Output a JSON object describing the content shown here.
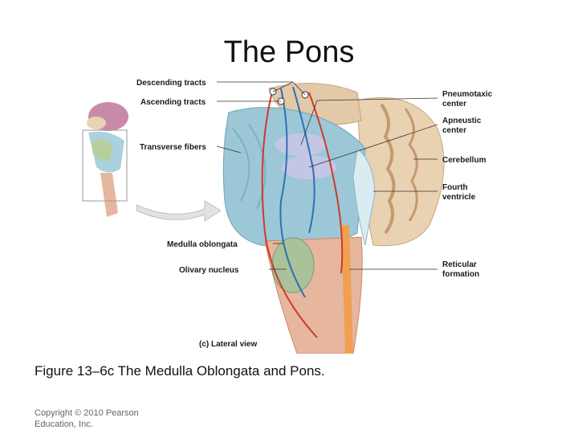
{
  "slide": {
    "title": "The Pons",
    "caption": "Figure 13–6c The Medulla Oblongata and Pons.",
    "copyright": "Copyright © 2010 Pearson Education, Inc."
  },
  "figure": {
    "labels_left": {
      "descending_tracts": "Descending tracts",
      "ascending_tracts": "Ascending tracts",
      "transverse_fibers": "Transverse fibers",
      "medulla_oblongata": "Medulla oblongata",
      "olivary_nucleus": "Olivary nucleus"
    },
    "labels_right": {
      "pneumotaxic_1": "Pneumotaxic",
      "pneumotaxic_2": "center",
      "apneustic_1": "Apneustic",
      "apneustic_2": "center",
      "cerebellum": "Cerebellum",
      "fourth_1": "Fourth",
      "fourth_2": "ventricle",
      "reticular_1": "Reticular",
      "reticular_2": "formation"
    },
    "view_label": "(c) Lateral view",
    "colors": {
      "pons": "#9cc7d6",
      "cerebellum": "#e8d2b2",
      "medulla": "#e6b79e",
      "olive": "#a9c29a",
      "descending_tract": "#d0392b",
      "ascending_tract": "#2f6fb5",
      "reticular": "#f0a050"
    }
  }
}
